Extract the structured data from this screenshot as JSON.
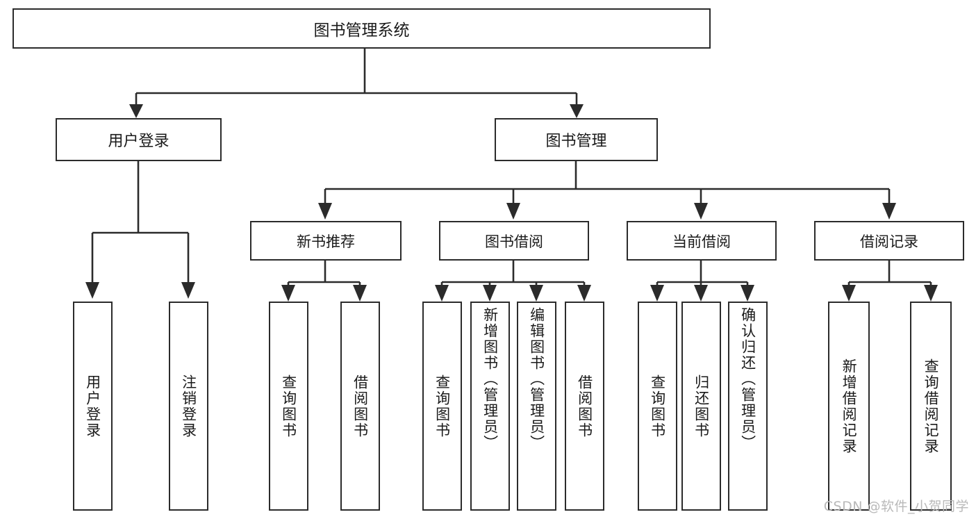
{
  "diagram": {
    "type": "tree",
    "title": "图书管理系统",
    "root": {
      "id": "root",
      "label": "图书管理系统"
    },
    "level2": [
      {
        "id": "user-login",
        "label": "用户登录"
      },
      {
        "id": "book-manage",
        "label": "图书管理"
      }
    ],
    "level3": [
      {
        "id": "new-book-recommend",
        "label": "新书推荐",
        "parent": "book-manage"
      },
      {
        "id": "book-borrow",
        "label": "图书借阅",
        "parent": "book-manage"
      },
      {
        "id": "current-borrow",
        "label": "当前借阅",
        "parent": "book-manage"
      },
      {
        "id": "borrow-record",
        "label": "借阅记录",
        "parent": "book-manage"
      }
    ],
    "leaves": [
      {
        "id": "leaf-user-login",
        "label": "用户登录",
        "parent": "user-login"
      },
      {
        "id": "leaf-logout",
        "label": "注销登录",
        "parent": "user-login"
      },
      {
        "id": "leaf-query-book-1",
        "label": "查询图书",
        "parent": "new-book-recommend"
      },
      {
        "id": "leaf-borrow-book-1",
        "label": "借阅图书",
        "parent": "new-book-recommend"
      },
      {
        "id": "leaf-query-book-2",
        "label": "查询图书",
        "parent": "book-borrow"
      },
      {
        "id": "leaf-add-book",
        "label": "新增图书（管理员）",
        "parent": "book-borrow"
      },
      {
        "id": "leaf-edit-book",
        "label": "编辑图书（管理员）",
        "parent": "book-borrow"
      },
      {
        "id": "leaf-borrow-book-2",
        "label": "借阅图书",
        "parent": "book-borrow"
      },
      {
        "id": "leaf-query-book-3",
        "label": "查询图书",
        "parent": "current-borrow"
      },
      {
        "id": "leaf-return-book",
        "label": "归还图书",
        "parent": "current-borrow"
      },
      {
        "id": "leaf-confirm-return",
        "label": "确认归还（管理员）",
        "parent": "current-borrow"
      },
      {
        "id": "leaf-add-record",
        "label": "新增借阅记录",
        "parent": "borrow-record"
      },
      {
        "id": "leaf-query-record",
        "label": "查询借阅记录",
        "parent": "borrow-record"
      }
    ]
  },
  "watermark": {
    "text": "CSDN @软件_小贺同学"
  },
  "colors": {
    "stroke": "#2b2b2b",
    "fill": "#ffffff",
    "text": "#1a1a1a",
    "watermark": "#b9b9b9"
  }
}
